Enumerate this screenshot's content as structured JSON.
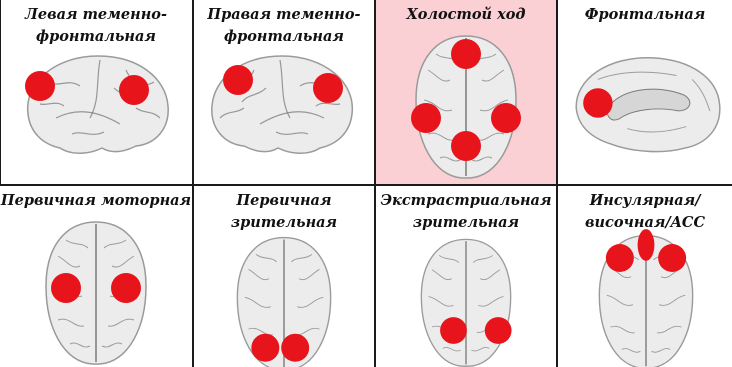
{
  "panels": [
    {
      "title": "Левая теменно-\nфронтальная",
      "highlighted": false,
      "view": "lateral-left"
    },
    {
      "title": "Правая теменно-\nфронтальная",
      "highlighted": false,
      "view": "lateral-right"
    },
    {
      "title": "Холостой ход",
      "highlighted": true,
      "view": "axial"
    },
    {
      "title": "Фронтальная",
      "highlighted": false,
      "view": "medial"
    },
    {
      "title": "Первичная моторная",
      "highlighted": false,
      "view": "axial"
    },
    {
      "title": "Первичная\nзрительная",
      "highlighted": false,
      "view": "axial"
    },
    {
      "title": "Экстрастриальная\nзрительная",
      "highlighted": false,
      "view": "axial"
    },
    {
      "title": "Инсулярная/\nвисочная/ACC",
      "highlighted": false,
      "view": "axial"
    }
  ],
  "colors": {
    "marker": "#e8141c",
    "highlight_background": "#fbd0d4",
    "grid_lines": "#1a1a1a",
    "brain_fill": "#ececec",
    "brain_outline": "#9a9a9a",
    "sulci": "#7a7a7a"
  }
}
